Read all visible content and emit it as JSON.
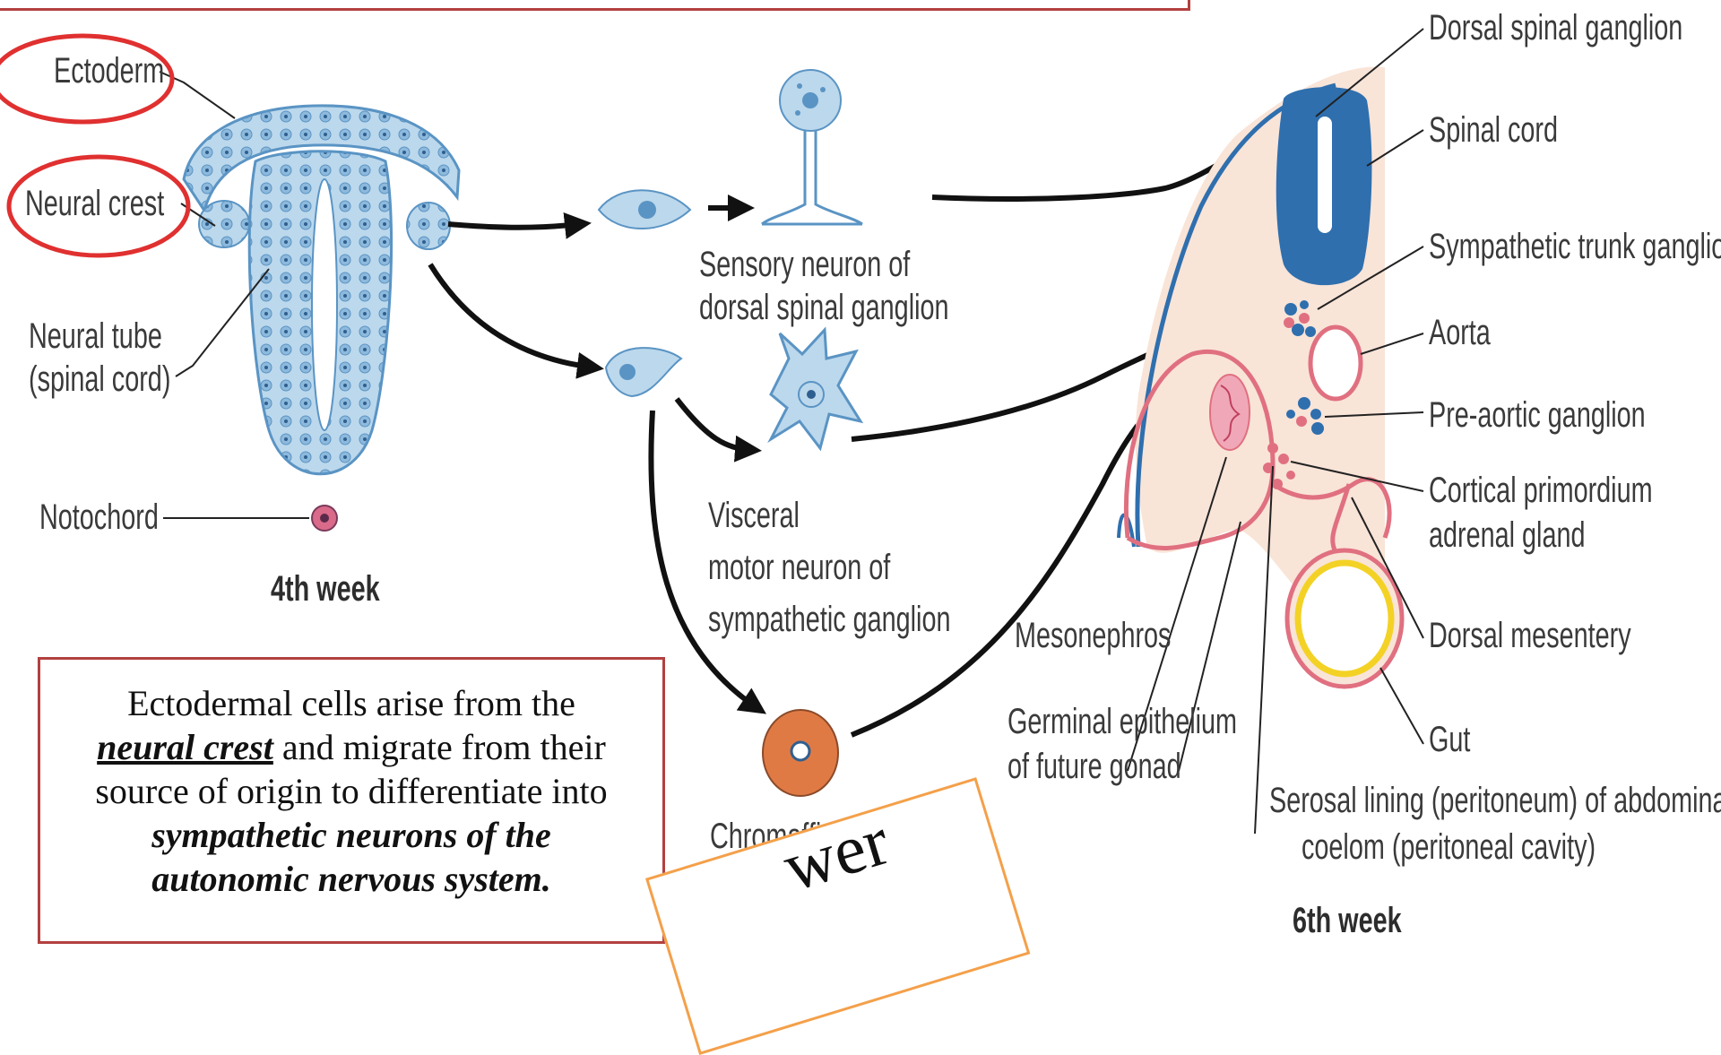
{
  "labels": {
    "ectoderm": "Ectoderm",
    "neural_crest": "Neural crest",
    "neural_tube_1": "Neural tube",
    "neural_tube_2": "(spinal cord)",
    "notochord": "Notochord",
    "week4": "4th week",
    "sensory_1": "Sensory neuron of",
    "sensory_2": "dorsal spinal ganglion",
    "visceral_1": "Visceral",
    "visceral_2": "motor neuron of",
    "visceral_3": "sympathetic ganglion",
    "chromaffin": "Chromaffin cell",
    "dorsal_spinal_ganglion": "Dorsal spinal ganglion",
    "spinal_cord": "Spinal cord",
    "sympathetic_trunk": "Sympathetic trunk ganglion",
    "aorta": "Aorta",
    "pre_aortic": "Pre-aortic ganglion",
    "cortical_1": "Cortical primordium",
    "cortical_2": "adrenal gland",
    "dorsal_mesentery": "Dorsal mesentery",
    "gut": "Gut",
    "mesonephros": "Mesonephros",
    "germinal_1": "Germinal epithelium",
    "germinal_2": "of future gonad",
    "serosal_1": "Serosal lining (peritoneum) of abdominal",
    "serosal_2": "coelom (peritoneal cavity)",
    "week6": "6th week"
  },
  "caption": {
    "line1": "Ectodermal cells arise from the",
    "emph1": "neural crest",
    "line2": " and migrate from their",
    "line3": "source of origin to differentiate into",
    "emph2": "sympathetic neurons of the",
    "emph3": "autonomic nervous system."
  },
  "answer_card": {
    "text": "wer"
  },
  "colors": {
    "tissue_fill": "#bcd8ec",
    "tissue_stroke": "#5a94c4",
    "spinal_blue": "#2f6fae",
    "highlight_red": "#e03030",
    "box_border": "#b34040",
    "peach": "#f9e4d8",
    "pink": "#e07080",
    "gut_yellow": "#f3d225",
    "chromaffin_orange": "#e07a45",
    "answer_border": "#f4a04a"
  }
}
